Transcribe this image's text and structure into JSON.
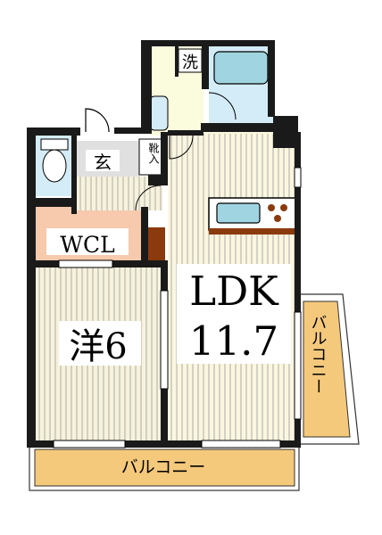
{
  "floor_plan": {
    "rooms": {
      "ldk": {
        "label": "LDK",
        "area": "11.7"
      },
      "western_room": {
        "label": "洋6"
      },
      "wcl": {
        "label": "WCL"
      },
      "entrance": {
        "label": "玄"
      },
      "laundry": {
        "label": "洗"
      },
      "shoe_box": {
        "label": "靴入"
      }
    },
    "balconies": {
      "south": {
        "label": "バルコニー"
      },
      "east": {
        "label": "バルコニー"
      }
    }
  },
  "colors": {
    "wall": "#1a1a1a",
    "ldk_floor": "#fbf6df",
    "ldk_stripe": "#9a9a9a",
    "western_floor": "#f7f2dc",
    "wcl_fill": "#f7c9ad",
    "balcony_fill": "#f5c97c",
    "wet_area": "#d4ecf7",
    "bath_tile": "#e0e0e0",
    "laundry_floor": "#fbfbde",
    "pillar_brown": "#8b3a0e",
    "kitchen_counter": "#a0d4e0",
    "kitchen_base": "#8b3a0e"
  }
}
